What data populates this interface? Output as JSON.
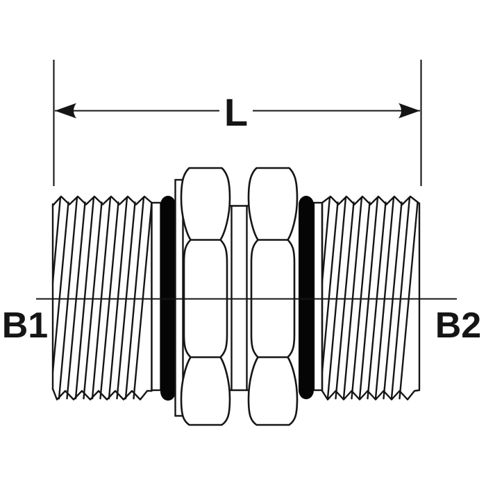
{
  "labels": {
    "length_dimension": "L",
    "left_port": "B1",
    "right_port": "B2"
  },
  "colors": {
    "ink": "#151515",
    "paper": "#ffffff",
    "seal": "#050505"
  }
}
